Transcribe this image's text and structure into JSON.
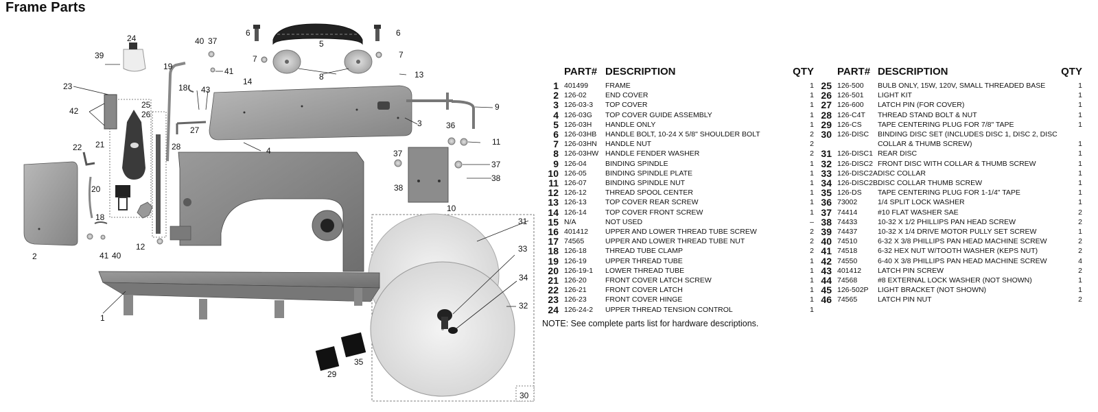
{
  "title": "Frame Parts",
  "note": "NOTE: See complete parts list for hardware descriptions.",
  "headers": {
    "part": "PART#",
    "description": "DESCRIPTION",
    "qty": "QTY"
  },
  "parts_left": [
    {
      "num": "1",
      "part": "401499",
      "desc": "FRAME",
      "qty": "1"
    },
    {
      "num": "2",
      "part": "126-02",
      "desc": "END COVER",
      "qty": "1"
    },
    {
      "num": "3",
      "part": "126-03-3",
      "desc": "TOP COVER",
      "qty": "1"
    },
    {
      "num": "4",
      "part": "126-03G",
      "desc": "TOP COVER GUIDE ASSEMBLY",
      "qty": "1"
    },
    {
      "num": "5",
      "part": "126-03H",
      "desc": "HANDLE ONLY",
      "qty": "1"
    },
    {
      "num": "6",
      "part": "126-03HB",
      "desc": "HANDLE BOLT, 10-24 X 5/8\" SHOULDER BOLT",
      "qty": "2"
    },
    {
      "num": "7",
      "part": "126-03HN",
      "desc": "HANDLE NUT",
      "qty": "2"
    },
    {
      "num": "8",
      "part": "126-03HW",
      "desc": "HANDLE FENDER WASHER",
      "qty": "2"
    },
    {
      "num": "9",
      "part": "126-04",
      "desc": "BINDING SPINDLE",
      "qty": "1"
    },
    {
      "num": "10",
      "part": "126-05",
      "desc": "BINDING SPINDLE PLATE",
      "qty": "1"
    },
    {
      "num": "11",
      "part": "126-07",
      "desc": "BINDING SPINDLE NUT",
      "qty": "1"
    },
    {
      "num": "12",
      "part": "126-12",
      "desc": "THREAD SPOOL CENTER",
      "qty": "1"
    },
    {
      "num": "13",
      "part": "126-13",
      "desc": "TOP COVER REAR SCREW",
      "qty": "1"
    },
    {
      "num": "14",
      "part": "126-14",
      "desc": "TOP COVER FRONT SCREW",
      "qty": "1"
    },
    {
      "num": "15",
      "part": "N/A",
      "desc": "NOT USED",
      "qty": "–"
    },
    {
      "num": "16",
      "part": "401412",
      "desc": "UPPER AND LOWER THREAD TUBE SCREW",
      "qty": "2"
    },
    {
      "num": "17",
      "part": "74565",
      "desc": "UPPER AND LOWER THREAD TUBE NUT",
      "qty": "2"
    },
    {
      "num": "18",
      "part": "126-18",
      "desc": "THREAD TUBE CLAMP",
      "qty": "2"
    },
    {
      "num": "19",
      "part": "126-19",
      "desc": "UPPER THREAD TUBE",
      "qty": "1"
    },
    {
      "num": "20",
      "part": "126-19-1",
      "desc": "LOWER THREAD TUBE",
      "qty": "1"
    },
    {
      "num": "21",
      "part": "126-20",
      "desc": "FRONT COVER LATCH SCREW",
      "qty": "1"
    },
    {
      "num": "22",
      "part": "126-21",
      "desc": "FRONT COVER LATCH",
      "qty": "1"
    },
    {
      "num": "23",
      "part": "126-23",
      "desc": "FRONT COVER HINGE",
      "qty": "1"
    },
    {
      "num": "24",
      "part": "126-24-2",
      "desc": "UPPER THREAD TENSION CONTROL",
      "qty": "1"
    }
  ],
  "parts_right": [
    {
      "num": "25",
      "part": "126-500",
      "desc": "BULB ONLY, 15W, 120V, SMALL THREADED BASE",
      "qty": "1"
    },
    {
      "num": "26",
      "part": "126-501",
      "desc": "LIGHT KIT",
      "qty": "1"
    },
    {
      "num": "27",
      "part": "126-600",
      "desc": "LATCH PIN (FOR COVER)",
      "qty": "1"
    },
    {
      "num": "28",
      "part": "126-C4T",
      "desc": "THREAD STAND BOLT & NUT",
      "qty": "1"
    },
    {
      "num": "29",
      "part": "126-CS",
      "desc": "TAPE CENTERING PLUG FOR 7/8\" TAPE",
      "qty": "1"
    },
    {
      "num": "30",
      "part": "126-DISC",
      "desc": "BINDING DISC SET (INCLUDES DISC 1, DISC 2, DISC",
      "qty": ""
    },
    {
      "num": "",
      "part": "",
      "desc": "COLLAR & THUMB SCREW)",
      "qty": "1"
    },
    {
      "num": "31",
      "part": "126-DISC1",
      "desc": "REAR DISC",
      "qty": "1"
    },
    {
      "num": "32",
      "part": "126-DISC2",
      "desc": "FRONT DISC WITH COLLAR & THUMB SCREW",
      "qty": "1"
    },
    {
      "num": "33",
      "part": "126-DISC2A",
      "desc": "DISC COLLAR",
      "qty": "1"
    },
    {
      "num": "34",
      "part": "126-DISC2B",
      "desc": "DISC COLLAR THUMB SCREW",
      "qty": "1"
    },
    {
      "num": "35",
      "part": "126-DS",
      "desc": "TAPE CENTERING PLUG FOR 1-1/4\" TAPE",
      "qty": "1"
    },
    {
      "num": "36",
      "part": "73002",
      "desc": "1/4 SPLIT LOCK WASHER",
      "qty": "1"
    },
    {
      "num": "37",
      "part": "74414",
      "desc": "#10 FLAT WASHER SAE",
      "qty": "2"
    },
    {
      "num": "38",
      "part": "74433",
      "desc": "10-32 X 1/2 PHILLIPS PAN HEAD SCREW",
      "qty": "2"
    },
    {
      "num": "39",
      "part": "74437",
      "desc": "10-32 X 1/4 DRIVE MOTOR PULLY SET SCREW",
      "qty": "1"
    },
    {
      "num": "40",
      "part": "74510",
      "desc": "6-32 X 3/8 PHILLIPS PAN HEAD MACHINE SCREW",
      "qty": "2"
    },
    {
      "num": "41",
      "part": "74518",
      "desc": "6-32 HEX NUT W/TOOTH WASHER (KEPS NUT)",
      "qty": "2"
    },
    {
      "num": "42",
      "part": "74550",
      "desc": "6-40 X 3/8 PHILLIPS PAN HEAD MACHINE SCREW",
      "qty": "4"
    },
    {
      "num": "43",
      "part": "401412",
      "desc": "LATCH PIN SCREW",
      "qty": "2"
    },
    {
      "num": "44",
      "part": "74568",
      "desc": "#8 EXTERNAL LOCK WASHER (NOT SHOWN)",
      "qty": "1"
    },
    {
      "num": "45",
      "part": "126-502P",
      "desc": "LIGHT BRACKET (NOT SHOWN)",
      "qty": "1"
    },
    {
      "num": "46",
      "part": "74565",
      "desc": "LATCH PIN NUT",
      "qty": "2"
    }
  ],
  "diagram_callouts": [
    "1",
    "2",
    "3",
    "4",
    "5",
    "6",
    "6",
    "7",
    "7",
    "8",
    "9",
    "10",
    "11",
    "12",
    "13",
    "14",
    "18",
    "18",
    "19",
    "20",
    "21",
    "22",
    "23",
    "24",
    "25",
    "26",
    "27",
    "28",
    "29",
    "30",
    "31",
    "32",
    "33",
    "34",
    "35",
    "36",
    "37",
    "37",
    "37",
    "38",
    "38",
    "39",
    "40",
    "40",
    "41",
    "41",
    "42",
    "43"
  ]
}
